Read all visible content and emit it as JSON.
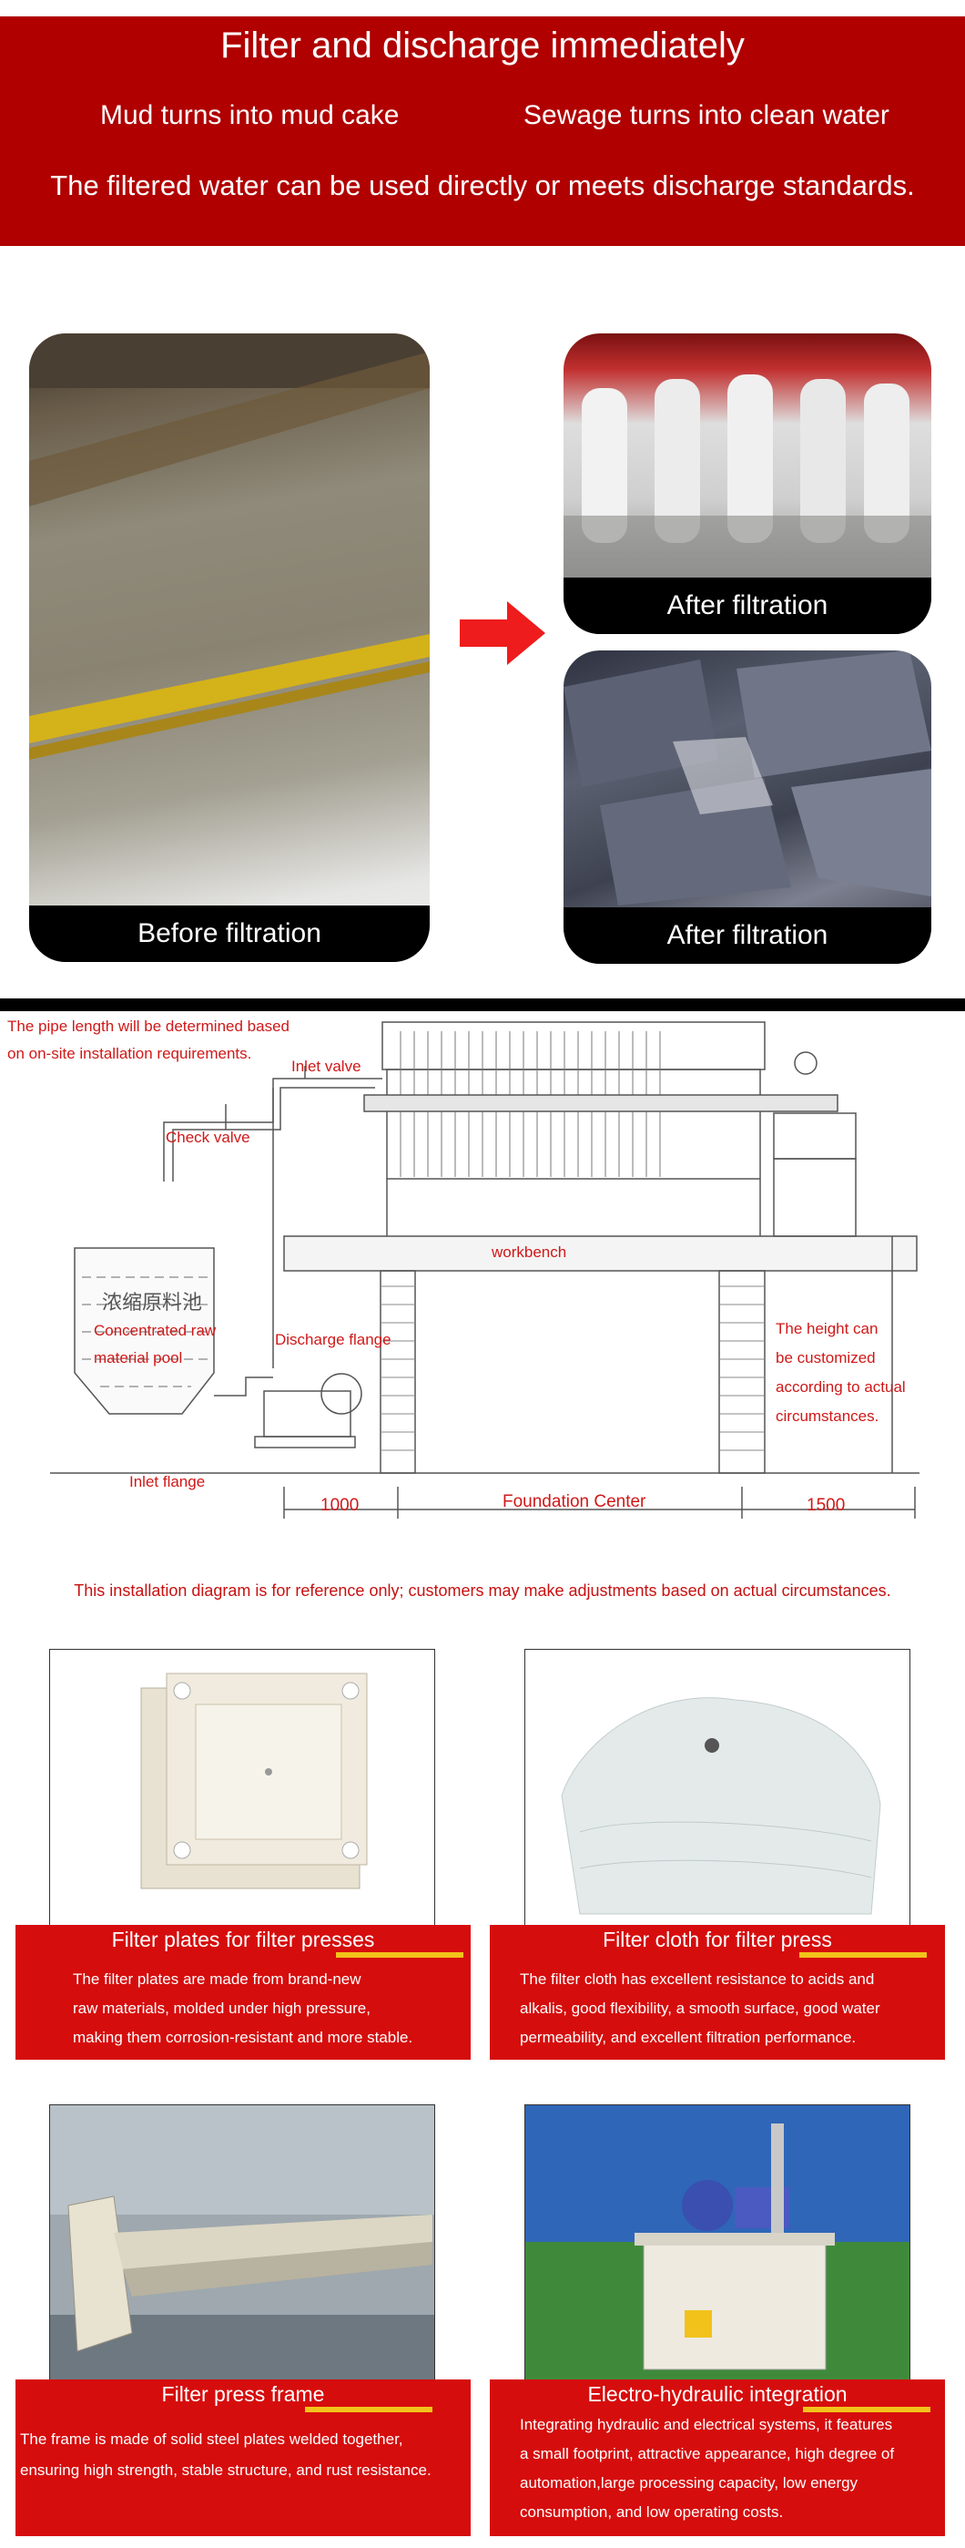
{
  "banner": {
    "title": "Filter and discharge immediately",
    "left_line": "Mud turns into mud cake",
    "right_line": "Sewage turns into clean water",
    "bottom_line": "The filtered water can be used directly or meets discharge standards."
  },
  "comparison": {
    "before_caption": "Before filtration",
    "after_caption_1": "After filtration",
    "after_caption_2": "After filtration"
  },
  "diagram": {
    "pipe_note_1": "The pipe length will be determined based",
    "pipe_note_2": "on on-site installation requirements.",
    "inlet_valve": "Inlet valve",
    "check_valve": "Check valve",
    "workbench": "workbench",
    "tank_cn": "浓缩原料池",
    "concentrated_1": "Concentrated raw",
    "concentrated_2": "material pool",
    "discharge_flange": "Discharge flange",
    "height_1": "The height can",
    "height_2": "be customized",
    "height_3": "according to actual",
    "height_4": "circumstances.",
    "inlet_flange": "Inlet flange",
    "dim_left": "1000",
    "dim_center": "Foundation Center",
    "dim_right": "1500"
  },
  "disclaimer": "This installation diagram is for reference only; customers may make adjustments based on actual circumstances.",
  "cards": [
    {
      "title": "Filter plates for filter presses",
      "lines": [
        "The filter plates are made from brand-new",
        "raw materials, molded under high pressure,",
        "making them corrosion-resistant and more stable."
      ]
    },
    {
      "title": "Filter cloth for filter press",
      "lines": [
        "The filter cloth has excellent resistance to acids and",
        "alkalis, good flexibility, a smooth surface, good water",
        "permeability, and excellent filtration performance."
      ]
    },
    {
      "title": "Filter press frame",
      "lines": [
        "The frame is made of solid steel plates welded together,",
        "ensuring high strength, stable structure, and rust resistance."
      ]
    },
    {
      "title": "Electro-hydraulic integration",
      "lines": [
        "Integrating hydraulic and electrical systems, it features",
        "a small footprint, attractive appearance, high degree of",
        "automation,large processing capacity, low energy",
        "consumption, and low operating costs."
      ]
    }
  ],
  "colors": {
    "banner_red": "#b00000",
    "card_red": "#d60d0d",
    "label_red": "#d01818",
    "accent_yellow": "#f2c21a"
  }
}
